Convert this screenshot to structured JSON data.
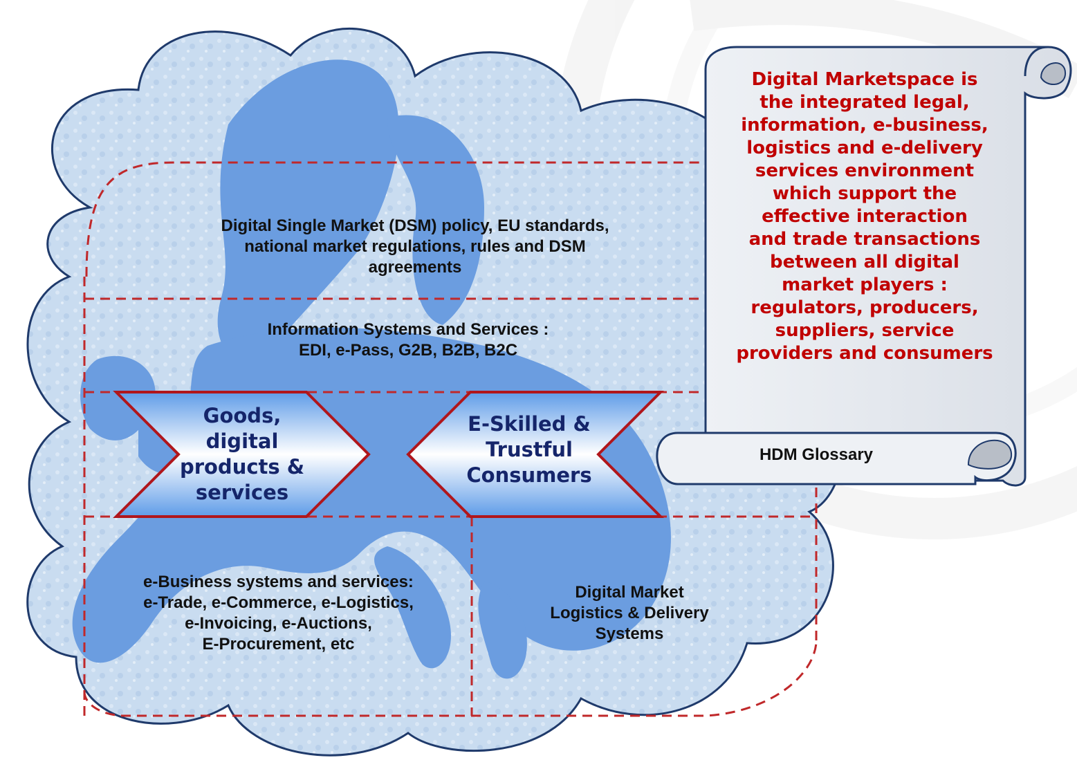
{
  "layers": {
    "policy": [
      "Digital Single Market (DSM) policy, EU standards,",
      "national market regulations, rules and DSM",
      "agreements"
    ],
    "info_systems": [
      "Information Systems and Services :",
      "EDI, e-Pass, G2B, B2B, B2C"
    ],
    "ebusiness": [
      "e-Business systems and services:",
      "e-Trade, e-Commerce,  e-Logistics,",
      "e-Invoicing, e-Auctions,",
      "E-Procurement, etc"
    ],
    "logistics": [
      "Digital Market",
      "Logistics & Delivery",
      "Systems"
    ]
  },
  "arrows": {
    "goods": [
      "Goods,",
      "digital",
      "products &",
      "services"
    ],
    "consumers": [
      "E-Skilled &",
      "Trustful",
      "Consumers"
    ]
  },
  "scroll": {
    "definition": [
      "Digital Marketspace is",
      "the integrated legal,",
      "information, e-business,",
      "logistics and e-delivery",
      "services environment",
      "which support the",
      "effective interaction",
      "and trade transactions",
      "between all digital",
      "market players :",
      "regulators, producers,",
      "suppliers, service",
      "providers and consumers"
    ],
    "glossary_label": "HDM Glossary"
  },
  "colors": {
    "cloud_fill": "#c9dcf0",
    "cloud_outline": "#1f3a6b",
    "map_land": "#6b9de0",
    "dash_line": "#c0282a",
    "arrow_border": "#b0161c",
    "arrow_text": "#15256a",
    "scroll_text": "#c00000"
  }
}
